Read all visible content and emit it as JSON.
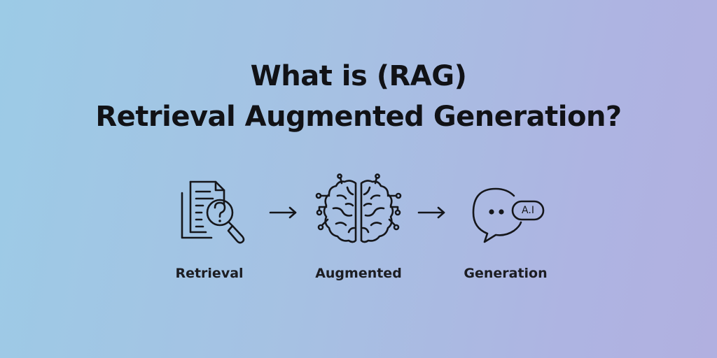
{
  "title": {
    "line1": "What is (RAG)",
    "line2": "Retrieval Augmented Generation?"
  },
  "steps": [
    {
      "label": "Retrieval",
      "icon": "document-search-icon"
    },
    {
      "label": "Augmented",
      "icon": "brain-circuit-icon"
    },
    {
      "label": "Generation",
      "icon": "chat-bubble-icon"
    }
  ],
  "chat_badge_text": "A.I",
  "arrow_icon": "arrow-right-icon",
  "colors": {
    "ink": "#15161a",
    "gradient_left": "#9ccbe6",
    "gradient_right": "#b1b0e0"
  }
}
